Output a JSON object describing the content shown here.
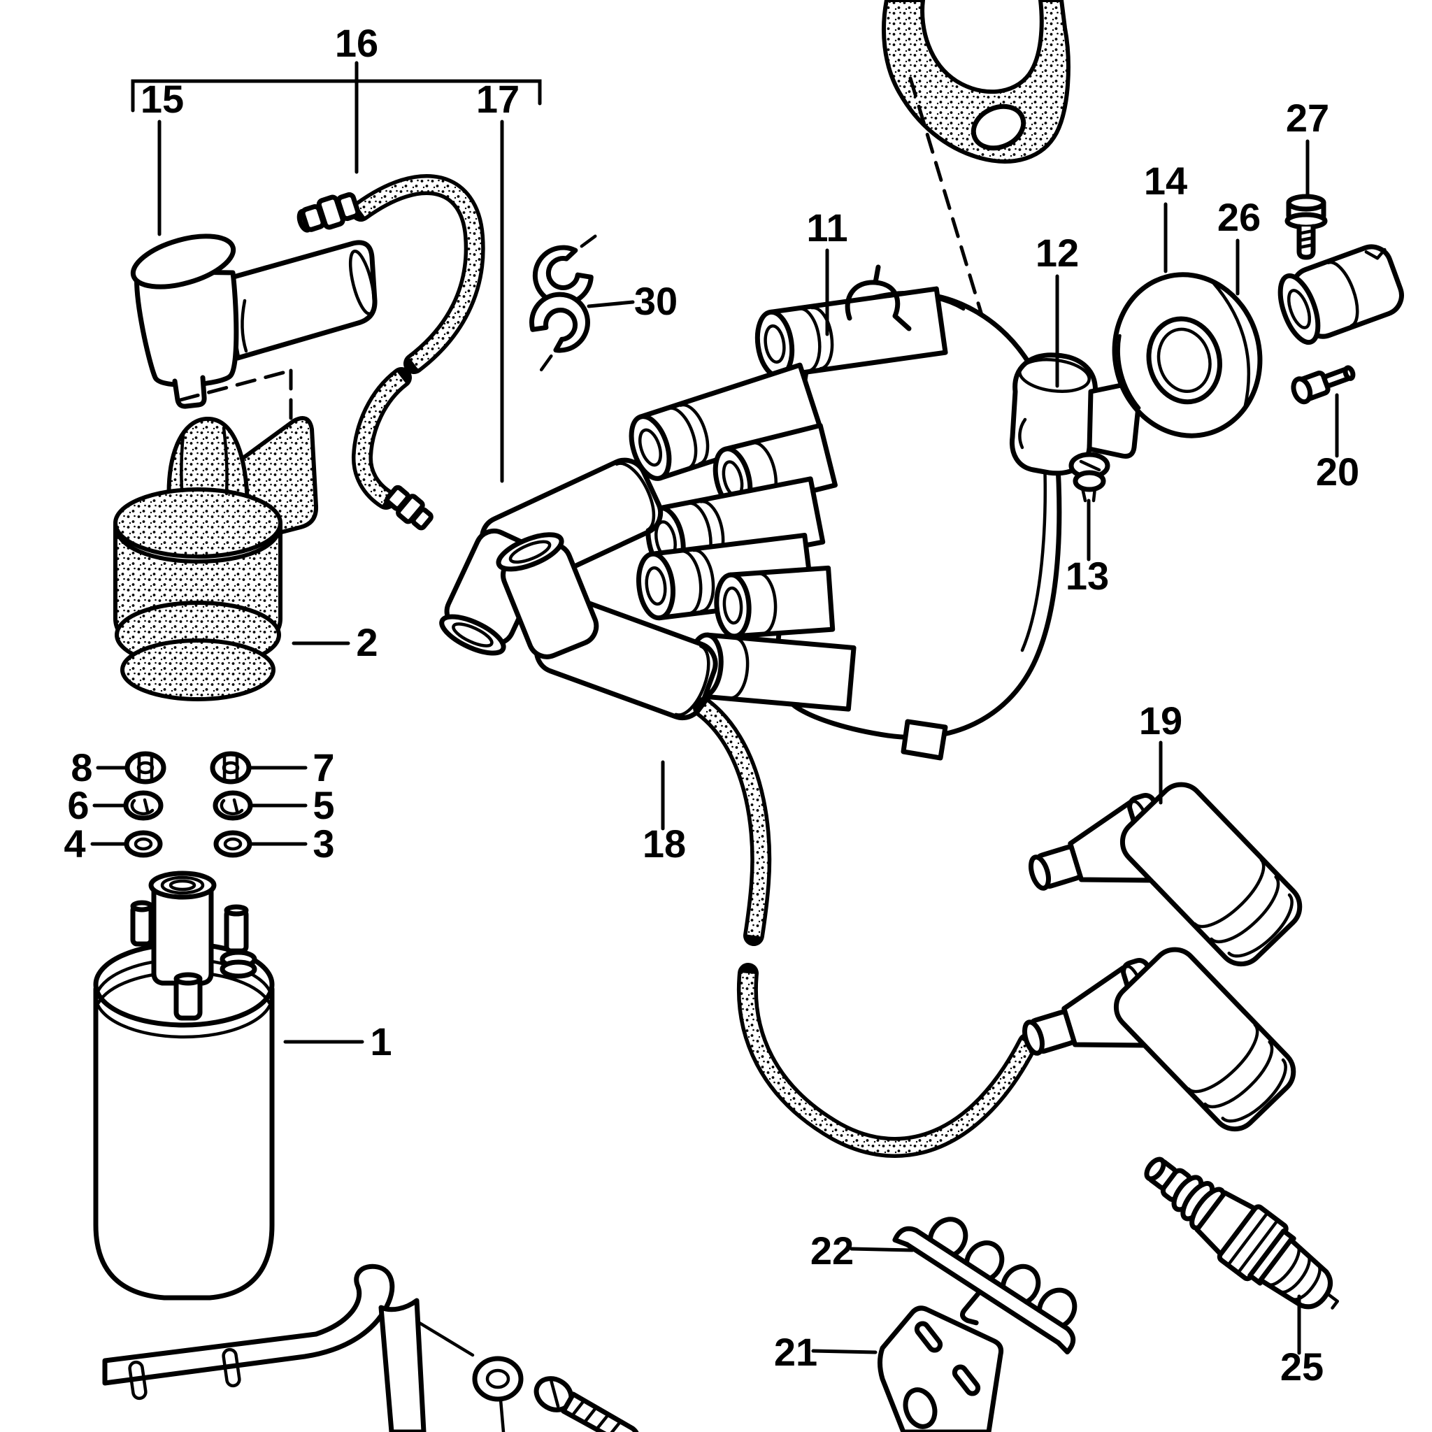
{
  "diagram": {
    "background_color": "#ffffff",
    "line_color": "#000000",
    "callouts": [
      {
        "text": "15"
      },
      {
        "text": "16"
      },
      {
        "text": "17"
      },
      {
        "text": "30"
      },
      {
        "text": "11"
      },
      {
        "text": "12"
      },
      {
        "text": "13"
      },
      {
        "text": "14"
      },
      {
        "text": "26"
      },
      {
        "text": "27"
      },
      {
        "text": "20"
      },
      {
        "text": "2"
      },
      {
        "text": "8"
      },
      {
        "text": "7"
      },
      {
        "text": "6"
      },
      {
        "text": "5"
      },
      {
        "text": "4"
      },
      {
        "text": "3"
      },
      {
        "text": "1"
      },
      {
        "text": "18"
      },
      {
        "text": "19"
      },
      {
        "text": "22"
      },
      {
        "text": "21"
      },
      {
        "text": "25"
      }
    ]
  }
}
